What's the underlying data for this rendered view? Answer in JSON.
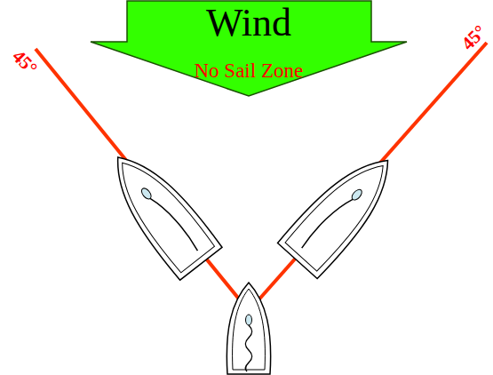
{
  "diagram": {
    "nodes": [
      {
        "text": [
          "Wind"
        ]
      }
    ],
    "labels": [
      "No Sail Zone",
      "45°",
      "45°"
    ]
  }
}
